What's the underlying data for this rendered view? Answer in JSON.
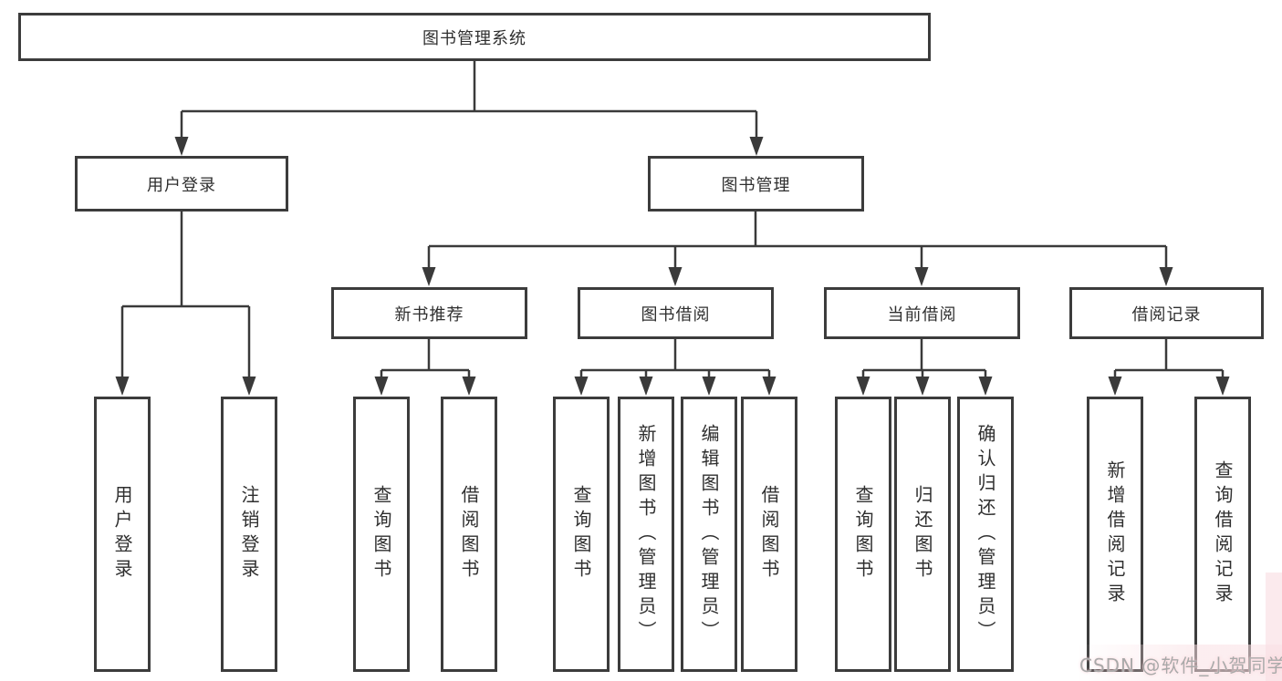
{
  "tree": {
    "root": {
      "label": "图书管理系统",
      "children": [
        {
          "label": "用户登录",
          "children": [
            {
              "label": "用户登录"
            },
            {
              "label": "注销登录"
            }
          ]
        },
        {
          "label": "图书管理",
          "children": [
            {
              "label": "新书推荐",
              "children": [
                {
                  "label": "查询图书"
                },
                {
                  "label": "借阅图书"
                }
              ]
            },
            {
              "label": "图书借阅",
              "children": [
                {
                  "label": "查询图书"
                },
                {
                  "label": "新增图书（管理员）"
                },
                {
                  "label": "编辑图书（管理员）"
                },
                {
                  "label": "借阅图书"
                }
              ]
            },
            {
              "label": "当前借阅",
              "children": [
                {
                  "label": "查询图书"
                },
                {
                  "label": "归还图书"
                },
                {
                  "label": "确认归还（管理员）"
                }
              ]
            },
            {
              "label": "借阅记录",
              "children": [
                {
                  "label": "新增借阅记录"
                },
                {
                  "label": "查询借阅记录"
                }
              ]
            }
          ]
        }
      ]
    }
  },
  "watermark": "CSDN @软件_小贺同学",
  "colors": {
    "line": "#3a3a3a",
    "box_border": "#3c3c3c",
    "text": "#2f2f2f",
    "watermark_text": "#a9a9a9",
    "watermark_tint": "#f9dfe3",
    "background": "#ffffff"
  }
}
